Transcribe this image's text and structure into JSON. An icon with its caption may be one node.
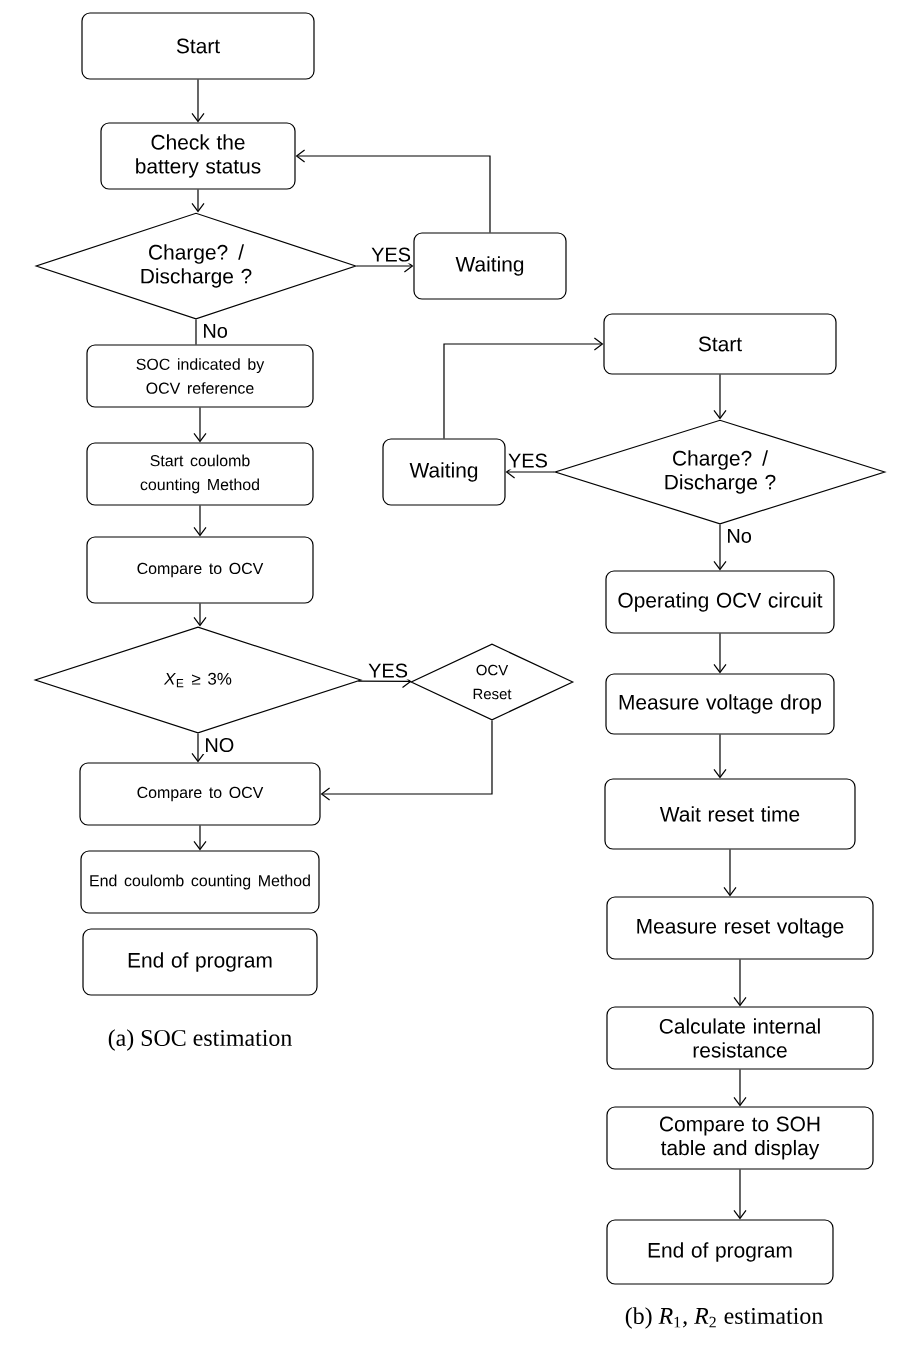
{
  "diagram": {
    "nodes": [
      {
        "text": [
          "Start"
        ]
      },
      {
        "text": [
          "Check the battery status"
        ]
      },
      {
        "text": [
          "Charge? / Discharge ?"
        ]
      },
      {
        "text": [
          "Waiting"
        ]
      },
      {
        "text": [
          "SOC indicated by OCV reference"
        ]
      },
      {
        "text": [
          "Start coulomb counting Method"
        ]
      },
      {
        "text": [
          "Compare to OCV"
        ]
      },
      {
        "text": [
          "*X*$_{E}$ ≥ 3%"
        ]
      },
      {
        "text": [
          "OCV Reset"
        ]
      },
      {
        "text": [
          "Compare to OCV"
        ]
      },
      {
        "text": [
          "End coulomb counting Method"
        ]
      },
      {
        "text": [
          "End of program"
        ]
      },
      {
        "text": [
          "Start"
        ]
      },
      {
        "text": [
          "Charge? / Discharge ?"
        ]
      },
      {
        "text": [
          "Waiting"
        ]
      },
      {
        "text": [
          "Operating OCV circuit"
        ]
      },
      {
        "text": [
          "Measure voltage drop"
        ]
      },
      {
        "text": [
          "Wait reset time"
        ]
      },
      {
        "text": [
          "Measure reset voltage"
        ]
      },
      {
        "text": [
          "Calculate internal resistance"
        ]
      },
      {
        "text": [
          "Compare to SOH table and display"
        ]
      },
      {
        "text": [
          "End of program"
        ]
      }
    ],
    "edges": [
      {
        "from": 0,
        "to": 1,
        "arrow": "to"
      },
      {
        "from": 1,
        "to": 2,
        "arrow": "to"
      },
      {
        "from": 2,
        "to": 3,
        "arrow": "to",
        "label": "YES"
      },
      {
        "from": 3,
        "to": 1,
        "arrow": "to"
      },
      {
        "from": 2,
        "to": 4,
        "arrow": "none",
        "label": "No"
      },
      {
        "from": 4,
        "to": 5,
        "arrow": "to"
      },
      {
        "from": 5,
        "to": 6,
        "arrow": "to"
      },
      {
        "from": 6,
        "to": 7,
        "arrow": "to"
      },
      {
        "from": 7,
        "to": 8,
        "arrow": "to",
        "label": "YES"
      },
      {
        "from": 7,
        "to": 9,
        "arrow": "to",
        "label": "NO"
      },
      {
        "from": 8,
        "to": 9,
        "arrow": "to"
      },
      {
        "from": 9,
        "to": 10,
        "arrow": "to"
      },
      {
        "from": 12,
        "to": 13,
        "arrow": "to"
      },
      {
        "from": 13,
        "to": 14,
        "arrow": "to",
        "label": "YES"
      },
      {
        "from": 14,
        "to": 12,
        "arrow": "to"
      },
      {
        "from": 13,
        "to": 15,
        "arrow": "to",
        "label": "No"
      },
      {
        "from": 15,
        "to": 16,
        "arrow": "to"
      },
      {
        "from": 16,
        "to": 17,
        "arrow": "to"
      },
      {
        "from": 17,
        "to": 18,
        "arrow": "to"
      },
      {
        "from": 18,
        "to": 19,
        "arrow": "to"
      },
      {
        "from": 19,
        "to": 20,
        "arrow": "to"
      },
      {
        "from": 20,
        "to": 21,
        "arrow": "to"
      }
    ],
    "labels": [
      "(a) SOC estimation",
      "(b) *R*$_{1}$, *R*$_{2}$ estimation"
    ]
  }
}
